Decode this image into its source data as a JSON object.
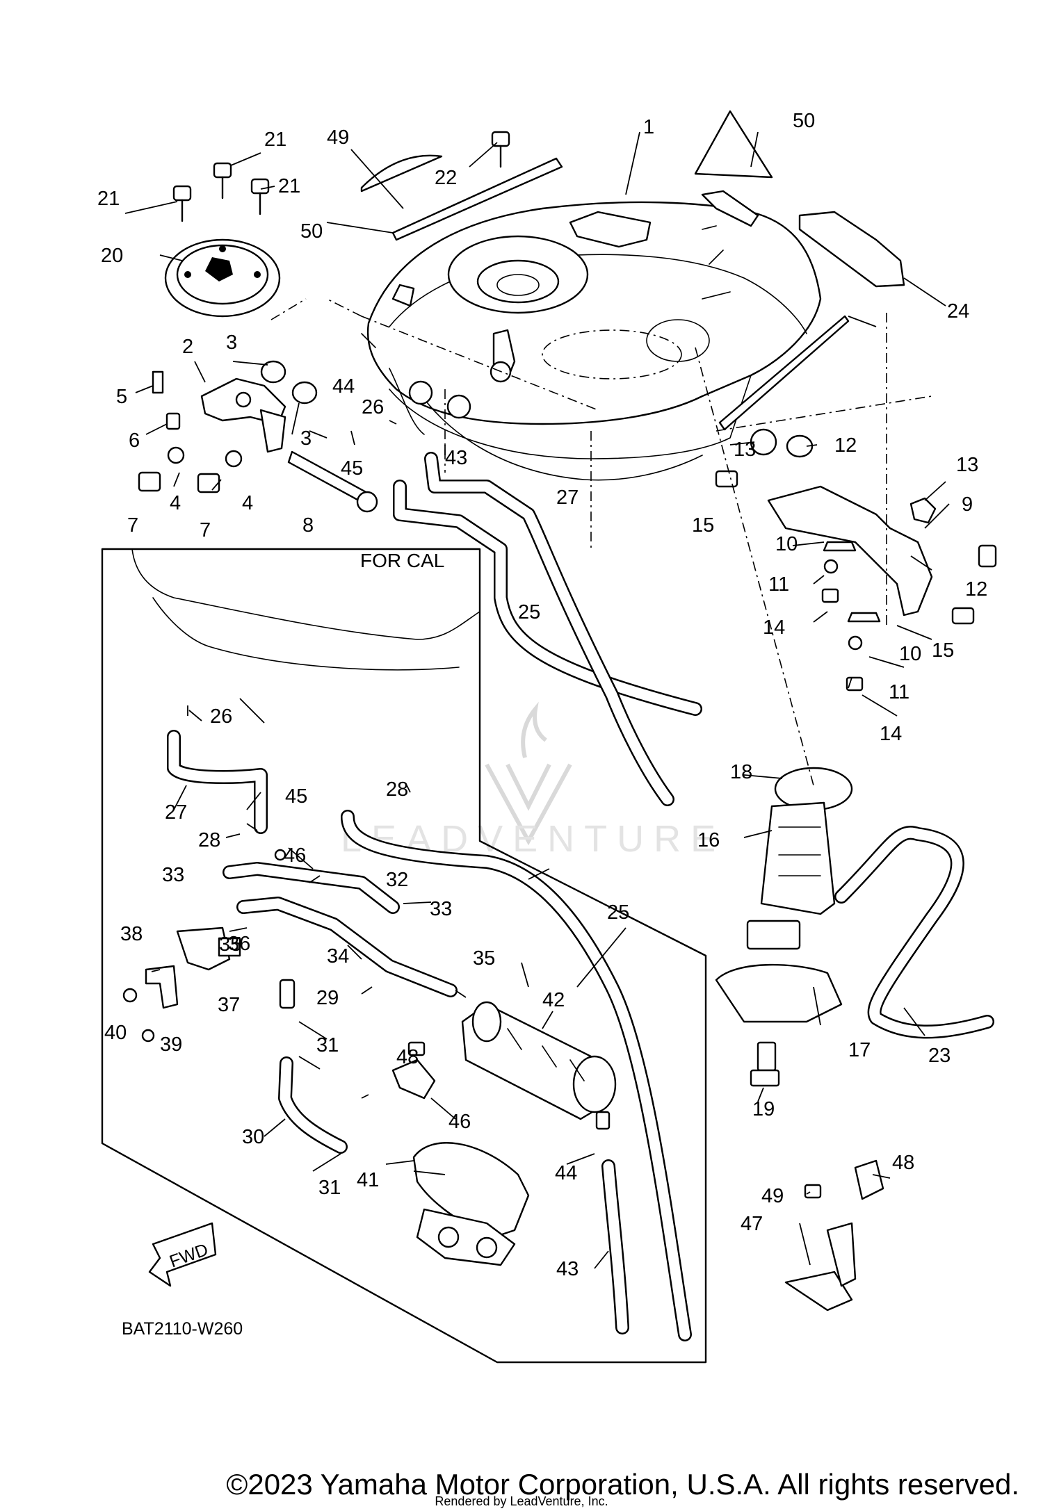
{
  "diagram": {
    "code": "BAT2110-W260",
    "for_cal_label": "FOR CAL",
    "fwd_label": "FWD",
    "watermark_text": "LEADVENTURE"
  },
  "callouts": [
    "1",
    "2",
    "3",
    "3",
    "4",
    "4",
    "5",
    "6",
    "7",
    "7",
    "8",
    "9",
    "10",
    "10",
    "11",
    "11",
    "12",
    "12",
    "13",
    "13",
    "14",
    "14",
    "15",
    "15",
    "16",
    "17",
    "18",
    "19",
    "20",
    "21",
    "21",
    "21",
    "22",
    "23",
    "24",
    "25",
    "25",
    "26",
    "26",
    "27",
    "27",
    "28",
    "28",
    "29",
    "30",
    "31",
    "31",
    "32",
    "33",
    "33",
    "34",
    "35",
    "35",
    "36",
    "37",
    "38",
    "39",
    "40",
    "41",
    "42",
    "43",
    "43",
    "44",
    "44",
    "45",
    "45",
    "46",
    "46",
    "47",
    "48",
    "48",
    "49",
    "49",
    "50",
    "50"
  ],
  "footer": {
    "copyright": "©2023 Yamaha Motor Corporation, U.S.A. All rights reserved.",
    "rendered_by": "Rendered by LeadVenture, Inc."
  }
}
